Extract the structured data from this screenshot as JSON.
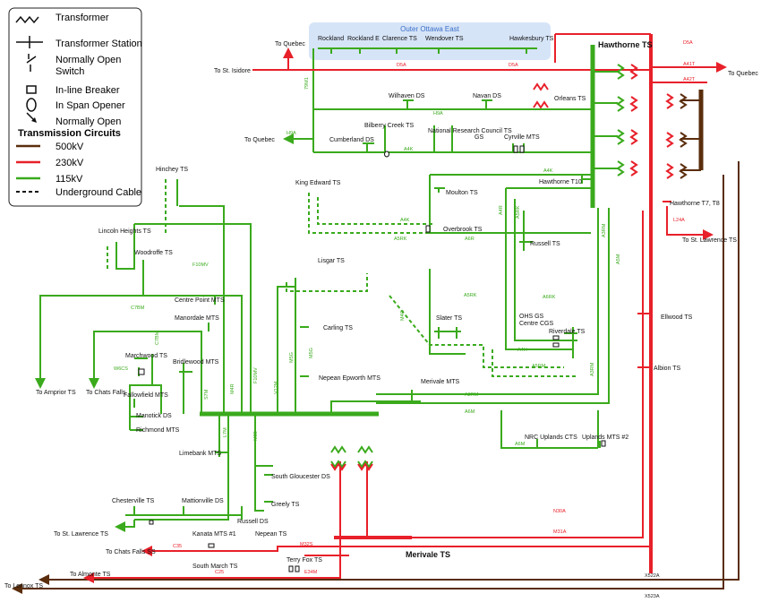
{
  "colors": {
    "kv500": "#5a2d0c",
    "kv230": "#e8202a",
    "kv115": "#3aaa1c",
    "region": "#d6e4f7",
    "region_text": "#3a6fc9"
  },
  "legend": {
    "items": [
      {
        "icon": "transformer-icon",
        "label": "Transformer"
      },
      {
        "icon": "transformer-station-icon",
        "label": "Transformer Station"
      },
      {
        "icon": "normally-open-switch-icon",
        "label": "Normally Open Switch"
      },
      {
        "icon": "inline-breaker-icon",
        "label": "In-line Breaker"
      },
      {
        "icon": "in-span-opener-icon",
        "label": "In Span Opener"
      },
      {
        "icon": "normally-open-arrow-icon",
        "label": "Normally Open"
      }
    ],
    "circuits_title": "Transmission Circuits",
    "circuits": [
      {
        "icon": "line-500kv-icon",
        "label": "500kV"
      },
      {
        "icon": "line-230kv-icon",
        "label": "230kV"
      },
      {
        "icon": "line-115kv-icon",
        "label": "115kV"
      },
      {
        "icon": "underground-cable-icon",
        "label": "Underground Cable"
      }
    ]
  },
  "region": {
    "title": "Outer Ottawa East",
    "stations": [
      "Rockland",
      "Rockland E",
      "Clarence TS",
      "Wendover TS",
      "Hawkesbury TS"
    ]
  },
  "main_stations": {
    "hawthorne": "Hawthorne TS",
    "merivale": "Merivale TS"
  },
  "stations": {
    "orleans": "Orleans TS",
    "wilhaven": "Wilhaven DS",
    "navan": "Navan DS",
    "bilberry": "Bilberry Creek TS",
    "cumberland": "Cumberland DS",
    "nrc": "National Research Council TS",
    "gs": "GS",
    "cyrville": "Cyrville MTS",
    "hawthorne_t10": "Hawthorne T10",
    "hawthorne_t7": "Hawthorne T7, T8",
    "moulton": "Moulton TS",
    "king_edward": "King Edward TS",
    "overbrook": "Overbrook TS",
    "russell_ts": "Russell TS",
    "hinchey": "Hinchey TS",
    "lincoln": "Lincoln Heights TS",
    "woodroffe": "Woodroffe TS",
    "lisgar": "Lisgar TS",
    "centre_point": "Centre Point MTS",
    "manordale": "Manordale MTS",
    "carling": "Carling TS",
    "marchwood": "Marchwood TS",
    "bridlewood": "Bridlewood MTS",
    "nepean_epworth": "Nepean Epworth MTS",
    "slater": "Slater TS",
    "ohsgs": "OHS GS",
    "centre_cgs": "Centre CGS",
    "riverdale": "Riverdale TS",
    "fallowfield": "Fallowfield MTS",
    "manotick": "Manotick DS",
    "richmond": "Richmond MTS",
    "merivale_mts": "Merivale MTS",
    "ellwood": "Ellwood TS",
    "albion": "Albion TS",
    "nrc_uplands": "NRC Uplands CTS",
    "uplands": "Uplands MTS #2",
    "limebank": "Limebank MTS",
    "south_gloucester": "South Gloucester DS",
    "greely": "Greely TS",
    "chesterville": "Chesterville TS",
    "morrisonville": "Mattionville DS",
    "russell_ds": "Russell DS",
    "kanata": "Kanata MTS #1",
    "nepean_ts": "Nepean TS",
    "south_march": "South March TS",
    "terry_fox": "Terry Fox TS"
  },
  "destinations": {
    "quebec1": "To Quebec",
    "st_isidore": "To St. Isidore",
    "quebec2": "To Quebec",
    "quebec3": "To Quebec",
    "st_lawrence1": "To St. Lawrence TS",
    "arnprior": "To Arnprior TS",
    "chats_falls": "To Chats Falls",
    "st_lawrence2": "To St. Lawrence TS",
    "chats_falls_ss": "To Chats Falls SS",
    "almonte": "To Almonte TS",
    "lennox": "To Lennox TS"
  },
  "circuits": {
    "d5a": "D5A",
    "d5a2": "D5A",
    "d5a3": "D5A",
    "a41t": "A41T",
    "a42t": "A42T",
    "l24a": "L24A",
    "n30a": "N30A",
    "m31a": "M31A",
    "c35": "C35",
    "m32s": "M32S",
    "c25": "C25",
    "e34m": "E34M",
    "x522a": "X522A",
    "x523a": "X523A",
    "79m1": "79M1",
    "h9a": "H9A",
    "h9a2": "H9A",
    "a4k": "A4K",
    "a4k2": "A4K",
    "a5rk": "A5RK",
    "a6r": "A6R",
    "a4r": "A4R",
    "a5rk2": "A5RK",
    "a6rk": "A6RK",
    "a3rm": "A3RM",
    "a5m": "A5M",
    "a4k3": "A4K",
    "a5rk3": "A5RK",
    "m4r": "M4R",
    "a3rm2": "A3RM",
    "a3rm3": "A3RM",
    "a6m": "A6M",
    "a6m2": "A6M",
    "f10mv": "F10MV",
    "c7bm": "C7BM",
    "w6cs": "W6CS",
    "c7bm2": "C7BM",
    "s7m": "S7M",
    "v12m": "V12M",
    "m5g": "M5G",
    "m5g2": "M5G",
    "m4g": "M4G",
    "m3k": "M3K",
    "f10mv2": "F10MV",
    "l7m": "L7M",
    "m38": "M38",
    "a4g": "A4G",
    "a2k": "A2K",
    "a5rm": "A5RM",
    "a4h": "A4H"
  }
}
